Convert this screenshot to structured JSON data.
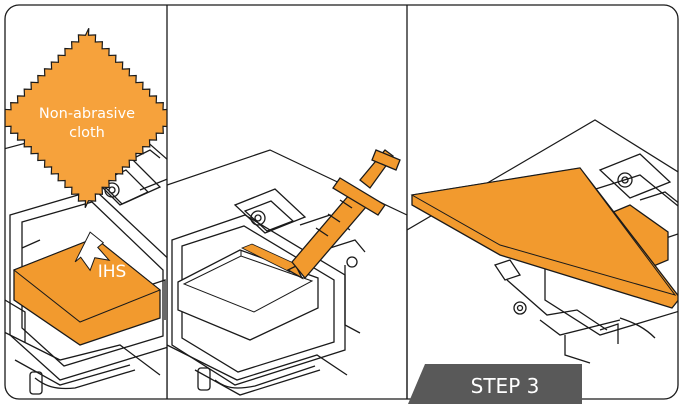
{
  "labels": {
    "cloth": [
      "Non-abrasive",
      "cloth"
    ],
    "ihs": "IHS",
    "step": "STEP 3"
  },
  "colors": {
    "accent": "#F29A2E",
    "accent_light": "#F6A23C",
    "outline": "#1a1a1a",
    "step_badge": "#595959",
    "background": "#FFFFFF"
  },
  "icons": {
    "arrow": "down-arrow-icon",
    "syringe": "thermal-paste-syringe-icon"
  }
}
